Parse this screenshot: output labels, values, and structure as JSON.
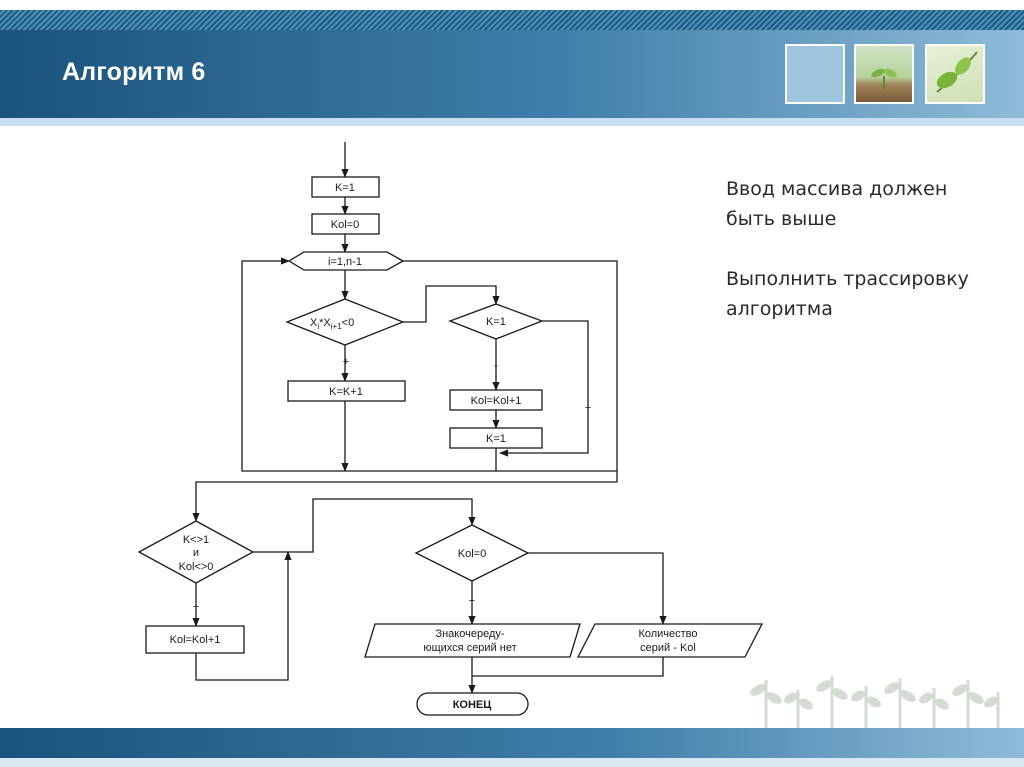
{
  "slide": {
    "title": "Алгоритм 6",
    "notes": [
      "Ввод массива должен быть выше",
      "Выполнить трассировку алгоритма"
    ]
  },
  "thumbnails": [
    "blank-blue-square",
    "sprout-image",
    "leaves-image"
  ],
  "colors": {
    "header": "#1a537c",
    "header_light": "#8fbbd8",
    "diagram_stroke": "#1a1a1a"
  },
  "flowchart": {
    "k_init": "K=1",
    "kol_init": "Kol=0",
    "loop": "i=1,n-1",
    "cond_xi_pre": "X",
    "cond_sub_i": "i",
    "cond_mul": "*X",
    "cond_sub_i1": "i+1",
    "cond_lt0": "<0",
    "cond_k1": "K=1",
    "k_inc": "K=K+1",
    "kol_inc_1": "Kol=Kol+1",
    "k_reset": "K=1",
    "cond_final_l1": "K<>1",
    "cond_final_l2": "и",
    "cond_final_l3": "Kol<>0",
    "kol_inc_2": "Kol=Kol+1",
    "cond_kol0": "Kol=0",
    "out_none_l1": "Знакочереду-",
    "out_none_l2": "ющихся серий нет",
    "out_count_l1": "Количество",
    "out_count_l2": "серий - Kol",
    "end": "КОНЕЦ",
    "plus": "+",
    "minus": "-"
  }
}
